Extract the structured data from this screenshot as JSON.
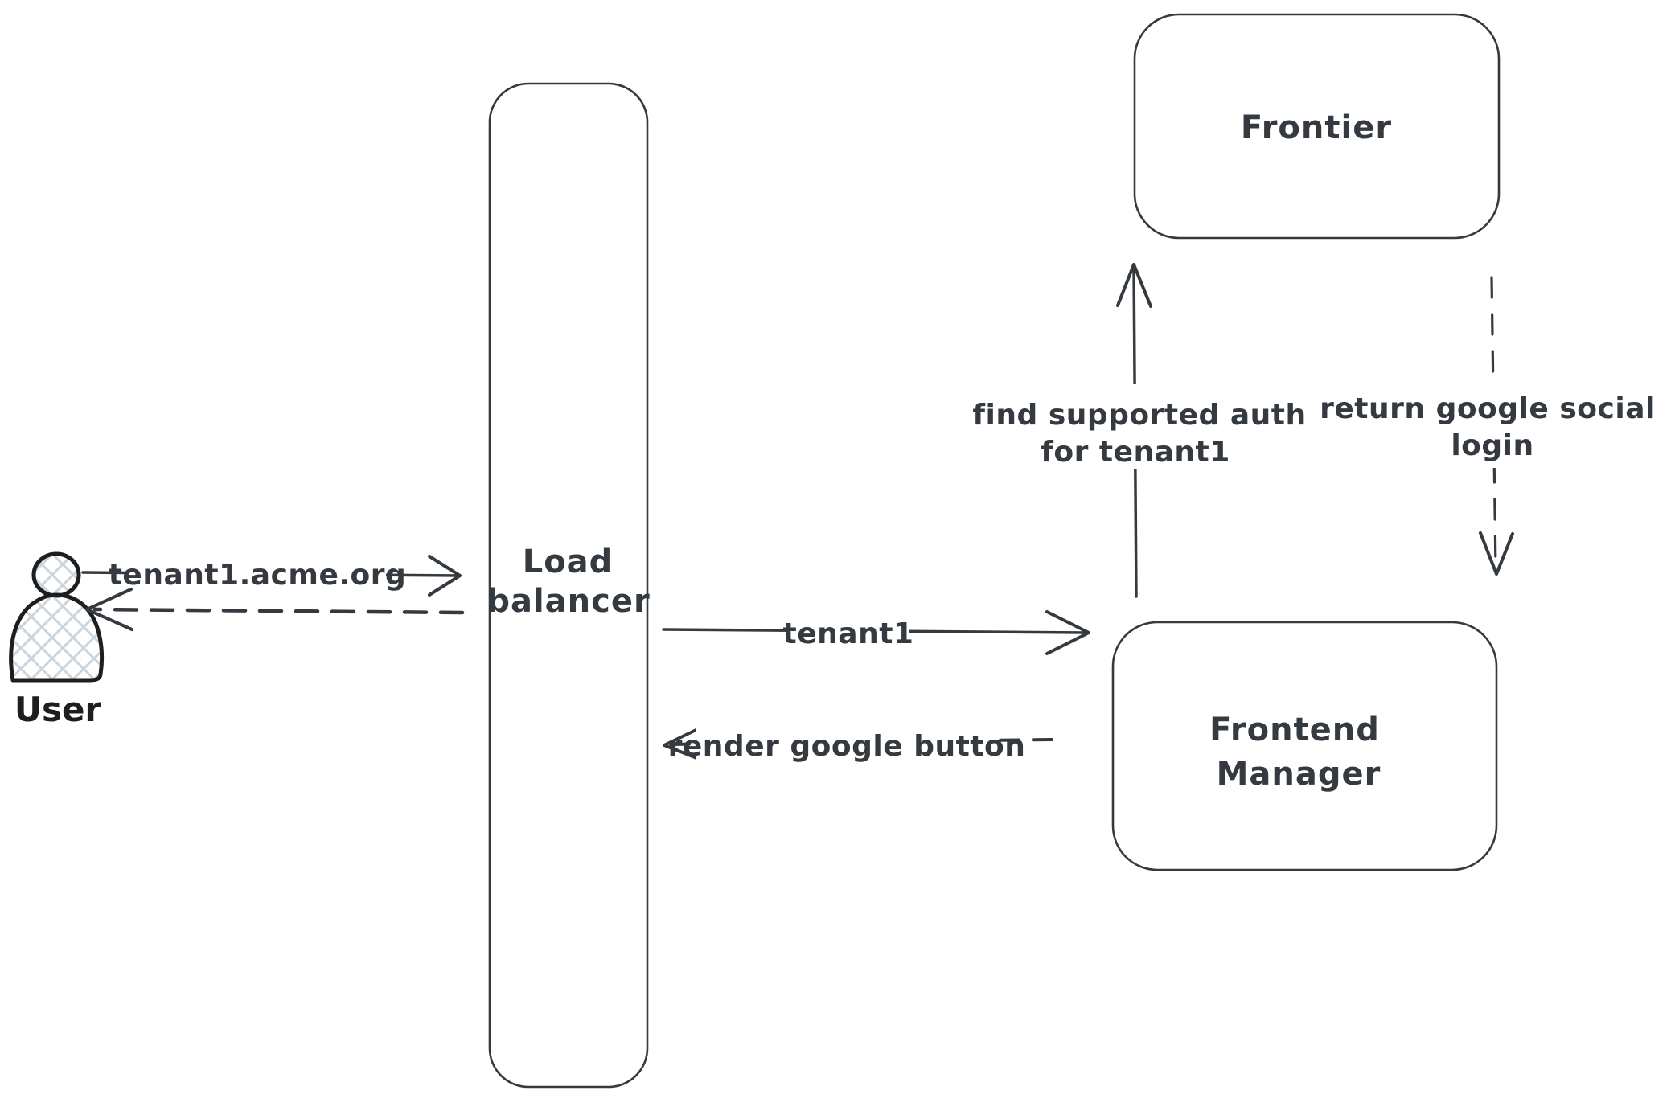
{
  "nodes": {
    "user": {
      "label": "User"
    },
    "load_balancer": {
      "label_line1": "Load",
      "label_line2": "balancer"
    },
    "frontier": {
      "label": "Frontier"
    },
    "frontend_manager": {
      "label_line1": "Frontend",
      "label_line2": "Manager"
    }
  },
  "edges": {
    "user_to_load_balancer": {
      "label": "tenant1.acme.org",
      "style": "solid"
    },
    "load_balancer_to_user": {
      "style": "dashed"
    },
    "load_balancer_to_frontend_manager": {
      "label": "tenant1",
      "style": "solid"
    },
    "frontend_manager_to_load_balancer": {
      "label": "render google button",
      "style": "dashed"
    },
    "frontend_manager_to_frontier": {
      "label_line1": "find supported auth",
      "label_line2": "for tenant1",
      "style": "solid"
    },
    "frontier_to_frontend_manager": {
      "label_line1": "return google social",
      "label_line2": "login",
      "style": "dashed"
    }
  },
  "colors": {
    "ink": "#343a40",
    "userInk": "#1e1e1e",
    "hatch": "#ccd5dc",
    "background": "#ffffff"
  }
}
